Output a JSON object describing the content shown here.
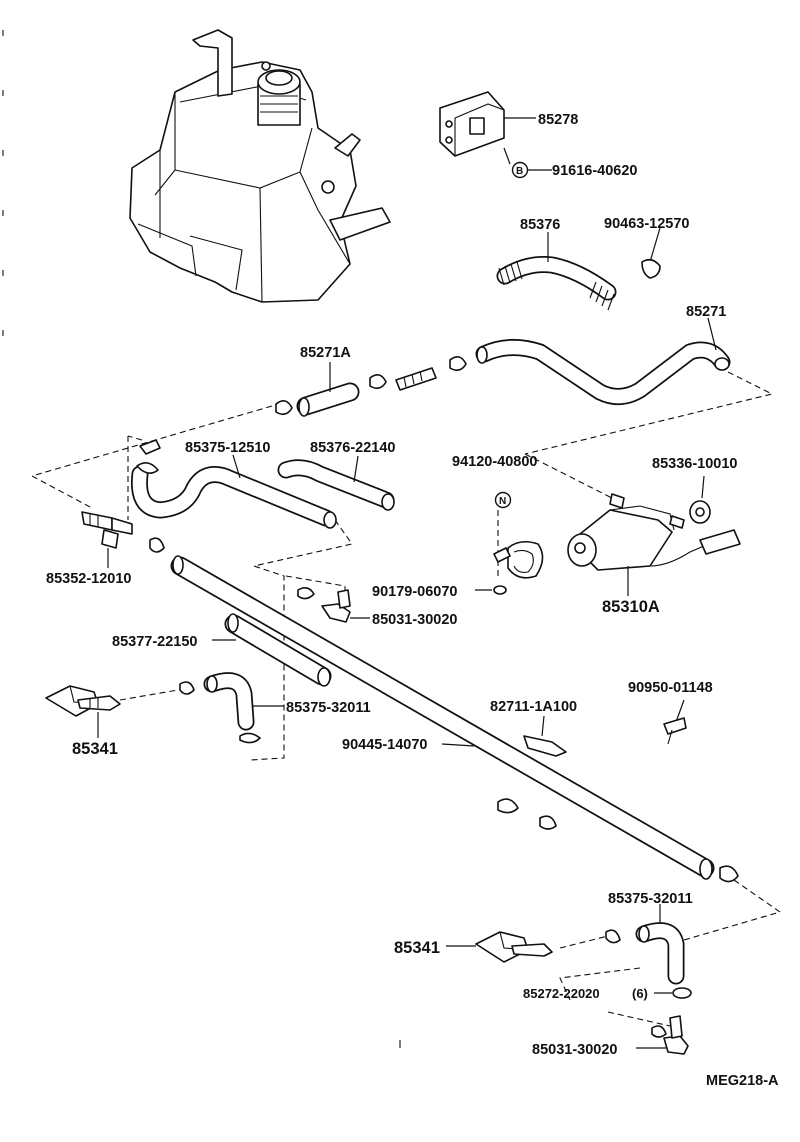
{
  "diagram": {
    "code": "MEG218-A",
    "labels": {
      "p85278": "85278",
      "p91616": "91616-40620",
      "p91616_badge": "B",
      "p85376": "85376",
      "p90463": "90463-12570",
      "p85271": "85271",
      "p85271A": "85271A",
      "p85375_12510": "85375-12510",
      "p85376_22140": "85376-22140",
      "p94120": "94120-40800",
      "p94120_badge": "N",
      "p85336": "85336-10010",
      "p85352": "85352-12010",
      "p90179": "90179-06070",
      "p85310A": "85310A",
      "p85031_a": "85031-30020",
      "p85377": "85377-22150",
      "p90950": "90950-01148",
      "p85341_a": "85341",
      "p85375_32011_a": "85375-32011",
      "p82711": "82711-1A100",
      "p90445": "90445-14070",
      "p85375_32011_b": "85375-32011",
      "p85341_b": "85341",
      "p85272": "85272-22020",
      "p85272_qty": "(6)",
      "p85031_b": "85031-30020"
    }
  }
}
